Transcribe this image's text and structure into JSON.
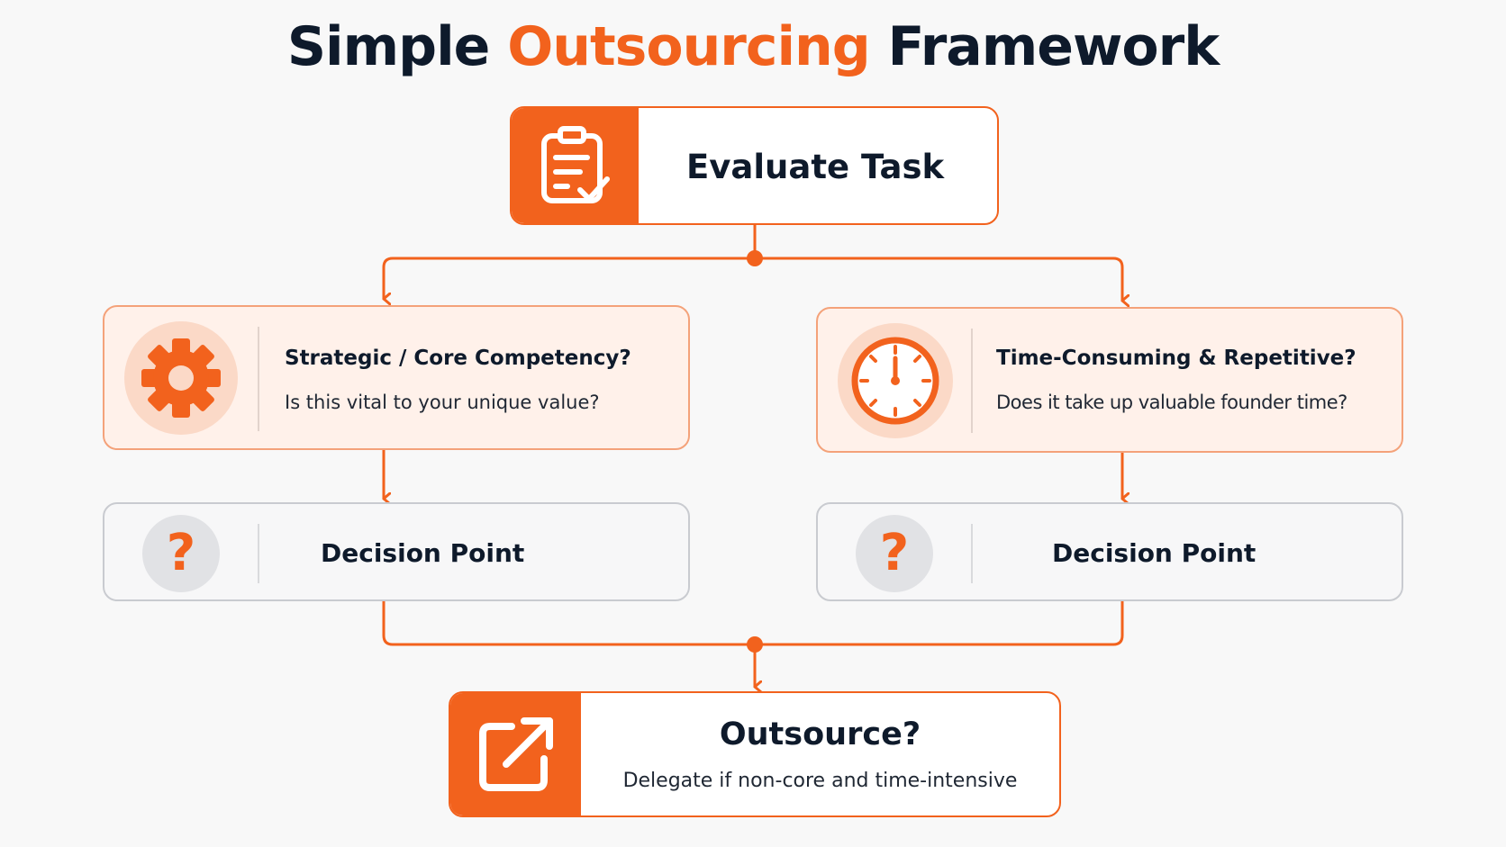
{
  "title": {
    "prefix": "Simple ",
    "accent": "Outsourcing",
    "suffix": " Framework"
  },
  "colors": {
    "accent": "#f2621d",
    "text": "#0e1a2b",
    "peach_bg": "#fff1ea",
    "gray_bg": "#f7f7f8"
  },
  "nodes": {
    "evaluate": {
      "label": "Evaluate Task",
      "icon": "clipboard-check-icon"
    },
    "strategic": {
      "title": "Strategic / Core Competency?",
      "subtitle": "Is this vital to your unique value?",
      "icon": "gear-icon"
    },
    "time": {
      "title": "Time-Consuming & Repetitive?",
      "subtitle": "Does it take up valuable founder time?",
      "icon": "clock-icon"
    },
    "decision_left": {
      "label": "Decision Point",
      "icon": "question-mark-icon"
    },
    "decision_right": {
      "label": "Decision Point",
      "icon": "question-mark-icon"
    },
    "outsource": {
      "title": "Outsource?",
      "subtitle": "Delegate if non-core and time-intensive",
      "icon": "external-link-icon"
    }
  }
}
